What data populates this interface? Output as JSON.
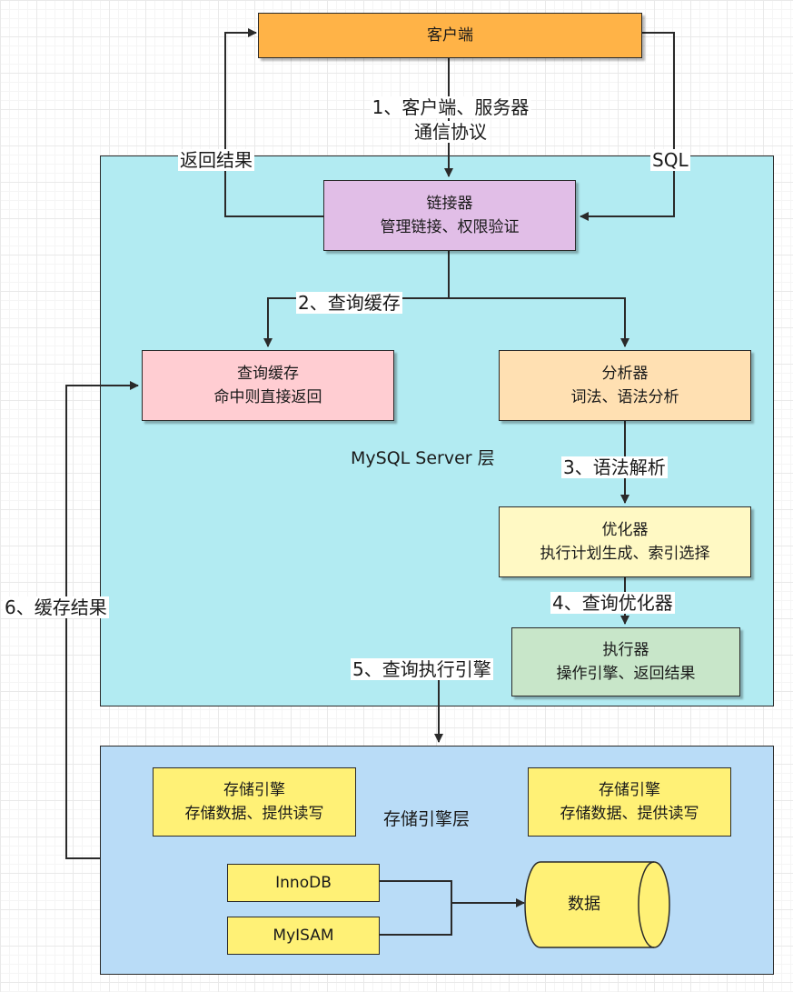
{
  "client": {
    "label": "客户端"
  },
  "mysql_layer": {
    "label": "MySQL Server 层"
  },
  "storage_layer": {
    "label": "存储引擎层"
  },
  "connector": {
    "title": "链接器",
    "desc": "管理链接、权限验证"
  },
  "query_cache": {
    "title": "查询缓存",
    "desc": "命中则直接返回"
  },
  "analyzer": {
    "title": "分析器",
    "desc": "词法、语法分析"
  },
  "optimizer": {
    "title": "优化器",
    "desc": "执行计划生成、索引选择"
  },
  "executor": {
    "title": "执行器",
    "desc": "操作引擎、返回结果"
  },
  "storage_engine_left": {
    "title": "存储引擎",
    "desc": "存储数据、提供读写"
  },
  "storage_engine_right": {
    "title": "存储引擎",
    "desc": "存储数据、提供读写"
  },
  "innodb": {
    "label": "InnoDB"
  },
  "myisam": {
    "label": "MyISAM"
  },
  "data_store": {
    "label": "数据"
  },
  "edges": {
    "step1_line1": "1、客户端、服务器",
    "step1_line2": "通信协议",
    "return_result": "返回结果",
    "sql": "SQL",
    "step2": "2、查询缓存",
    "step3": "3、语法解析",
    "step4": "4、查询优化器",
    "step5": "5、查询执行引擎",
    "step6": "6、缓存结果"
  },
  "colors": {
    "client": "#ffb347",
    "mysql_region": "#b2ebf2",
    "storage_region": "#b9dcf7",
    "connector": "#e1bee7",
    "query_cache": "#ffcdd2",
    "analyzer": "#ffe0b2",
    "optimizer": "#fff9c4",
    "executor": "#c8e6c9",
    "engine": "#fff176"
  }
}
